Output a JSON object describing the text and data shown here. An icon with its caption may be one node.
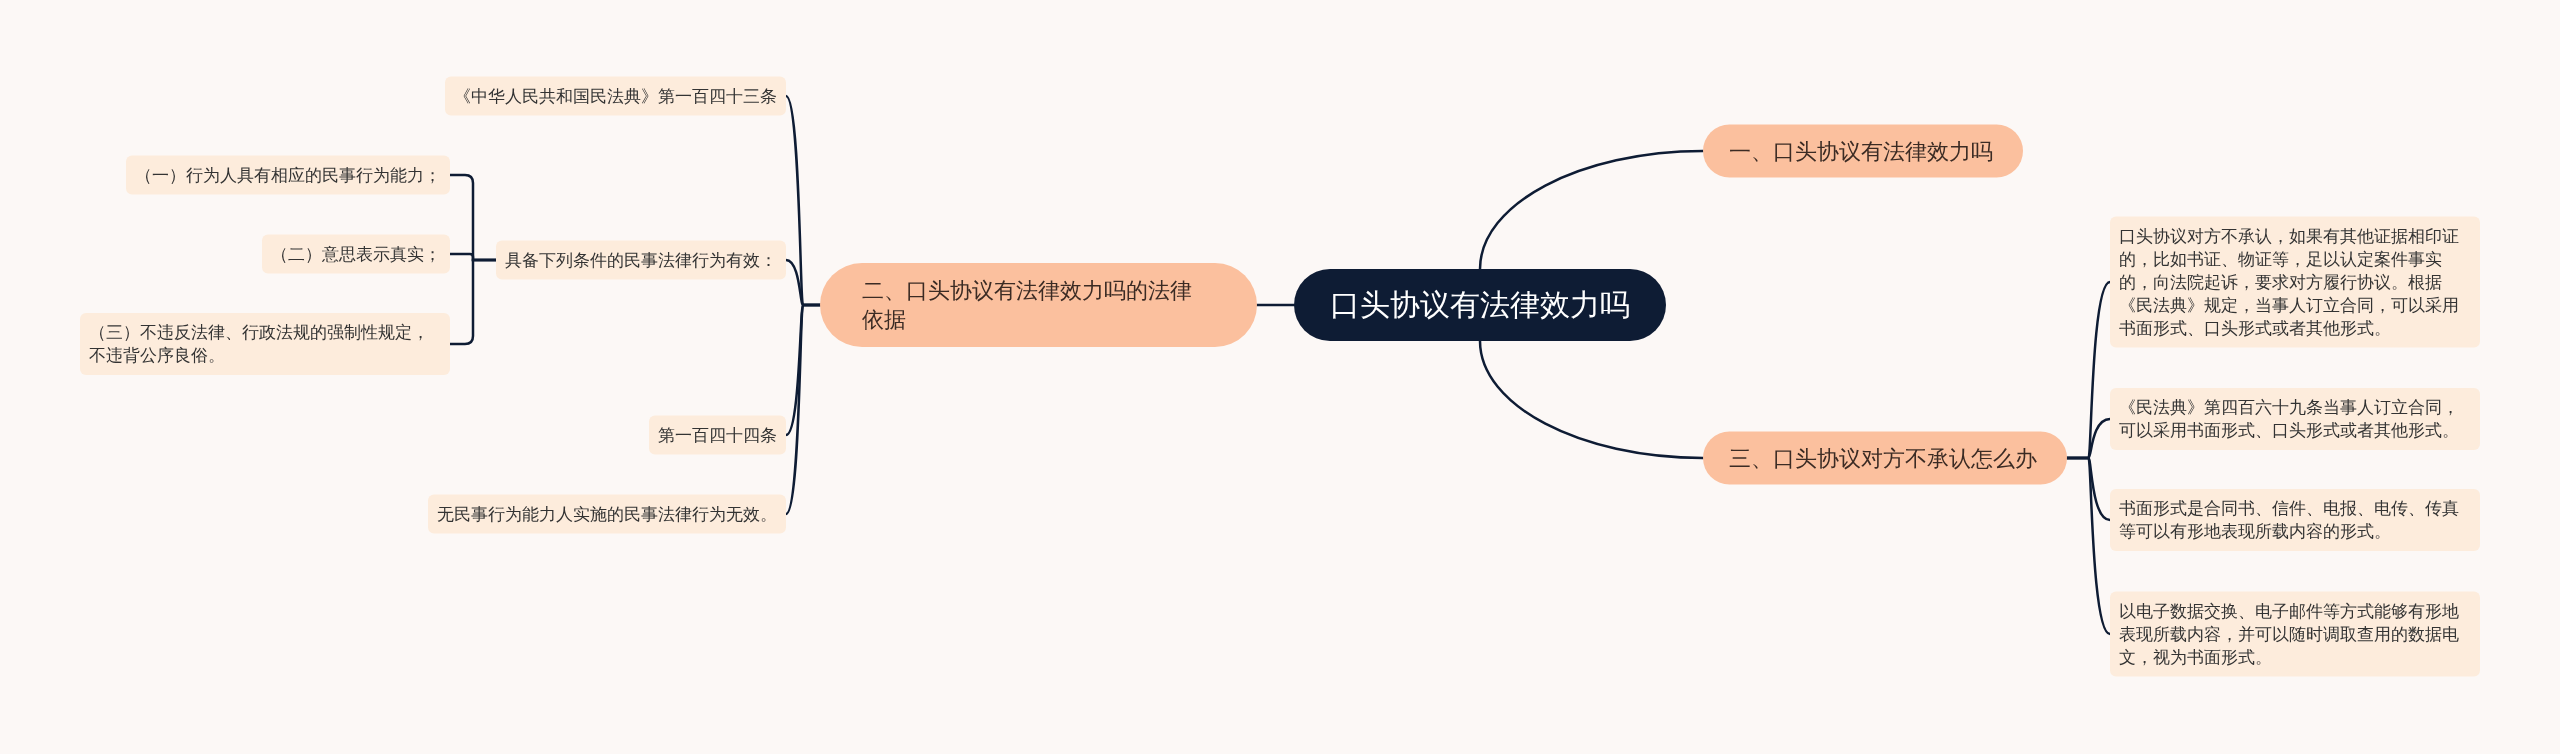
{
  "diagram": {
    "nodes": [
      {
        "text": [
          "口头协议有法律效力吗"
        ]
      },
      {
        "text": [
          "一、口头协议有法律效力吗"
        ]
      },
      {
        "text": [
          "二、口头协议有法律效力吗的法律依据"
        ]
      },
      {
        "text": [
          "《中华人民共和国民法典》第一百四十三条"
        ]
      },
      {
        "text": [
          "具备下列条件的民事法律行为有效："
        ]
      },
      {
        "text": [
          "（一）行为人具有相应的民事行为能力；"
        ]
      },
      {
        "text": [
          "（二）意思表示真实；"
        ]
      },
      {
        "text": [
          "（三）不违反法律、行政法规的强制性规定，不违背公序良俗。"
        ]
      },
      {
        "text": [
          "第一百四十四条"
        ]
      },
      {
        "text": [
          "无民事行为能力人实施的民事法律行为无效。"
        ]
      },
      {
        "text": [
          "三、口头协议对方不承认怎么办"
        ]
      },
      {
        "text": [
          "口头协议对方不承认，如果有其他证据相印证的，比如书证、物证等，足以认定案件事实的，向法院起诉，要求对方履行协议。根据《民法典》规定，当事人订立合同，可以采用书面形式、口头形式或者其他形式。"
        ]
      },
      {
        "text": [
          "《民法典》第四百六十九条当事人订立合同，可以采用书面形式、口头形式或者其他形式。"
        ]
      },
      {
        "text": [
          "书面形式是合同书、信件、电报、电传、传真等可以有形地表现所载内容的形式。"
        ]
      },
      {
        "text": [
          "以电子数据交换、电子邮件等方式能够有形地表现所载内容，并可以随时调取查用的数据电文，视为书面形式。"
        ]
      }
    ],
    "edges": [
      {
        "from": 0,
        "to": 1,
        "arrow": "none"
      },
      {
        "from": 0,
        "to": 2,
        "arrow": "none"
      },
      {
        "from": 0,
        "to": 10,
        "arrow": "none"
      },
      {
        "from": 2,
        "to": 3,
        "arrow": "none"
      },
      {
        "from": 2,
        "to": 4,
        "arrow": "none"
      },
      {
        "from": 2,
        "to": 8,
        "arrow": "none"
      },
      {
        "from": 2,
        "to": 9,
        "arrow": "none"
      },
      {
        "from": 4,
        "to": 5,
        "arrow": "none"
      },
      {
        "from": 4,
        "to": 6,
        "arrow": "none"
      },
      {
        "from": 4,
        "to": 7,
        "arrow": "none"
      },
      {
        "from": 10,
        "to": 11,
        "arrow": "none"
      },
      {
        "from": 10,
        "to": 12,
        "arrow": "none"
      },
      {
        "from": 10,
        "to": 13,
        "arrow": "none"
      },
      {
        "from": 10,
        "to": 14,
        "arrow": "none"
      }
    ]
  }
}
